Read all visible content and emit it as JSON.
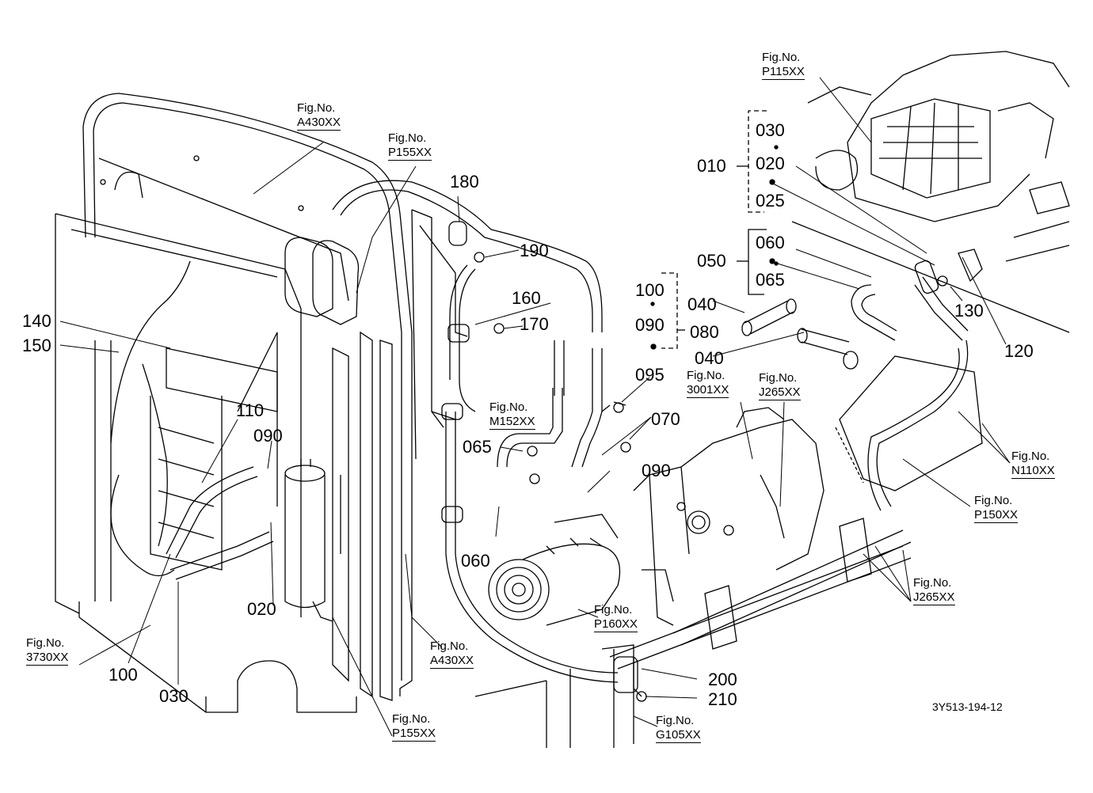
{
  "drawing_number": "3Y513-194-12",
  "part_labels": [
    "180",
    "190",
    "160",
    "170",
    "140",
    "150",
    "110",
    "090",
    "020",
    "100",
    "030",
    "065",
    "060",
    "095",
    "070",
    "090",
    "100",
    "090",
    "080",
    "040",
    "040",
    "010",
    "030",
    "020",
    "025",
    "050",
    "060",
    "065",
    "130",
    "120",
    "200",
    "210"
  ],
  "figure_refs": [
    {
      "prefix": "Fig.No.",
      "code": "A430XX"
    },
    {
      "prefix": "Fig.No.",
      "code": "P155XX"
    },
    {
      "prefix": "Fig.No.",
      "code": "P115XX"
    },
    {
      "prefix": "Fig.No.",
      "code": "M152XX"
    },
    {
      "prefix": "Fig.No.",
      "code": "3001XX"
    },
    {
      "prefix": "Fig.No.",
      "code": "J265XX"
    },
    {
      "prefix": "Fig.No.",
      "code": "N110XX"
    },
    {
      "prefix": "Fig.No.",
      "code": "P150XX"
    },
    {
      "prefix": "Fig.No.",
      "code": "J265XX"
    },
    {
      "prefix": "Fig.No.",
      "code": "P160XX"
    },
    {
      "prefix": "Fig.No.",
      "code": "A430XX"
    },
    {
      "prefix": "Fig.No.",
      "code": "3730XX"
    },
    {
      "prefix": "Fig.No.",
      "code": "P155XX"
    },
    {
      "prefix": "Fig.No.",
      "code": "G105XX"
    }
  ]
}
